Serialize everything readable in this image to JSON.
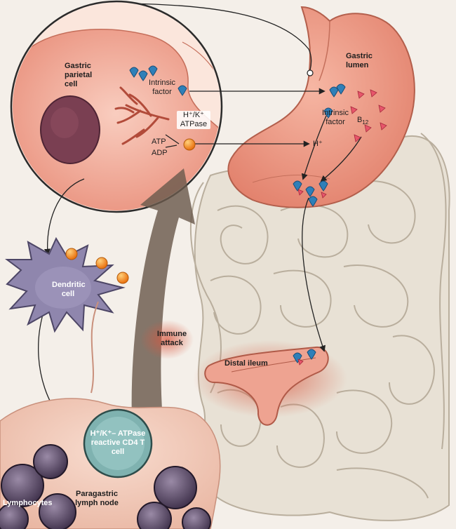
{
  "colors": {
    "stomach": "#ef9a86",
    "intestine": "#e6dfd3",
    "parietal_cell": "#f3b4a2",
    "nucleus": "#7a3f52",
    "dendritic_cell": "#8f86ad",
    "t_cell": "#7fb2b0",
    "lymphocyte": "#5b4a68",
    "antigen_dot": "#f4921d",
    "intrinsic_factor": "#2f7fb8",
    "b12": "#e7566b",
    "immune_arrow": "#6b5a4d"
  },
  "labels": {
    "gastric_parietal_cell": "Gastric parietal cell",
    "intrinsic_factor_cell": "Intrinsic factor",
    "hk_atpase": "H⁺/K⁺ ATPase",
    "atp": "ATP",
    "adp": "ADP",
    "gastric_lumen": "Gastric lumen",
    "intrinsic_factor_lumen": "Intrinsic factor",
    "b12_main": "B",
    "b12_sub": "12",
    "h_plus": "H⁺",
    "dendritic_cell": "Dendritic cell",
    "immune_attack": "Immune attack",
    "distal_ileum": "Distal ileum",
    "t_cell": "H⁺/K⁺– ATPase reactive CD4 T cell",
    "lymphocytes": "Lymphocytes",
    "lymph_node": "Paragastric lymph node"
  },
  "icons": [
    "intrinsic-factor-icon",
    "b12-icon",
    "antigen-dot-icon",
    "lymphocyte-icon"
  ]
}
